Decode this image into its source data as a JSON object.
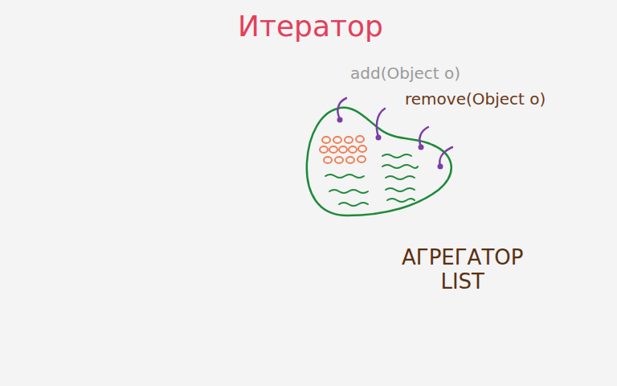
{
  "diagram": {
    "title": "Итератор",
    "labels": [
      "add(Object o)",
      "remove(Object o)",
      "АГРЕГАТОР LIST"
    ]
  }
}
